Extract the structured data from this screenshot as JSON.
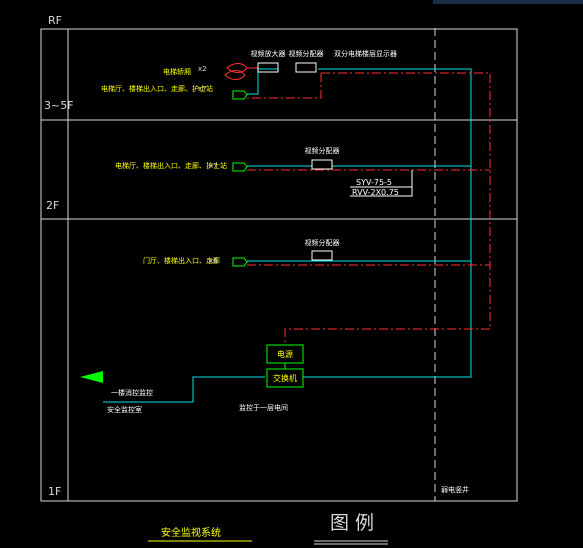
{
  "floors": {
    "roof": "RF",
    "upper": "3~5F",
    "second": "2F",
    "first": "1F"
  },
  "devices": {
    "elevator_camera": {
      "label": "电梯轿厢",
      "qty": "x2"
    },
    "upper_camera": {
      "label": "电梯厅、楼梯出入口、走廊、护士站",
      "qty": "x7"
    },
    "second_camera": {
      "label": "电梯厅、楼梯出入口、走廊、护士站",
      "qty": "x7"
    },
    "first_camera": {
      "label": "门厅、楼梯出入口、走廊",
      "qty": "x6"
    },
    "video_splitter": "视频分配器",
    "video_amplifier": "视频放大器",
    "floor_display": "双分电梯楼层显示器",
    "power_box": "电源",
    "switcher_box": "交换机"
  },
  "notes": {
    "cable_1": "SYV-75-5",
    "cable_2": "RVV-2X0.75",
    "monitor_room_1": "一楼消控监控",
    "monitor_room_2": "安全监控室",
    "switcher_note": "监控于一层电间",
    "weak_shaft": "弱电竖井"
  },
  "footer": {
    "system_title": "安全监视系统",
    "legend_title": "图 例"
  },
  "colors": {
    "background": "#000000",
    "frame": "#d8d8d8",
    "signal": "#00e5e5",
    "power": "#ff3030",
    "device_green": "#00ff00",
    "text_yellow": "#ffff00"
  }
}
